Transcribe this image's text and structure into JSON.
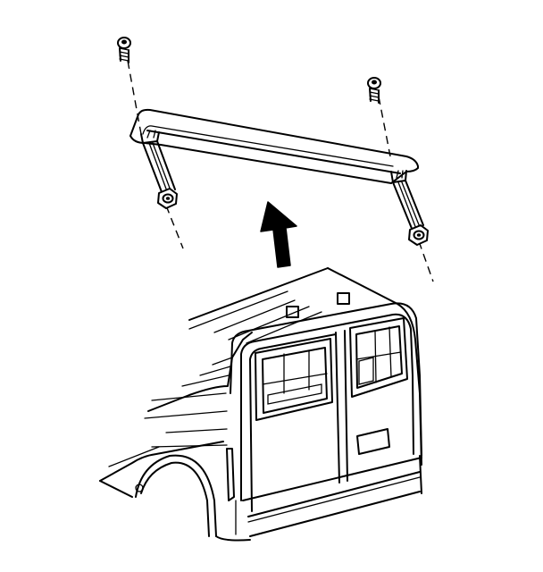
{
  "diagram": {
    "parts": [
      {
        "name": "roof-luggage-carrier-rail",
        "icon": "rail-icon"
      },
      {
        "name": "fastener-bolt",
        "icon": "bolt-icon",
        "count": 2
      },
      {
        "name": "fastener-nut",
        "icon": "nut-icon",
        "count": 2
      },
      {
        "name": "van-rear-body",
        "icon": "van-icon"
      }
    ],
    "direction_arrow": {
      "icon": "arrow-up-icon",
      "meaning": "remove upward"
    },
    "colors": {
      "line": "#000000",
      "background": "#ffffff"
    }
  }
}
